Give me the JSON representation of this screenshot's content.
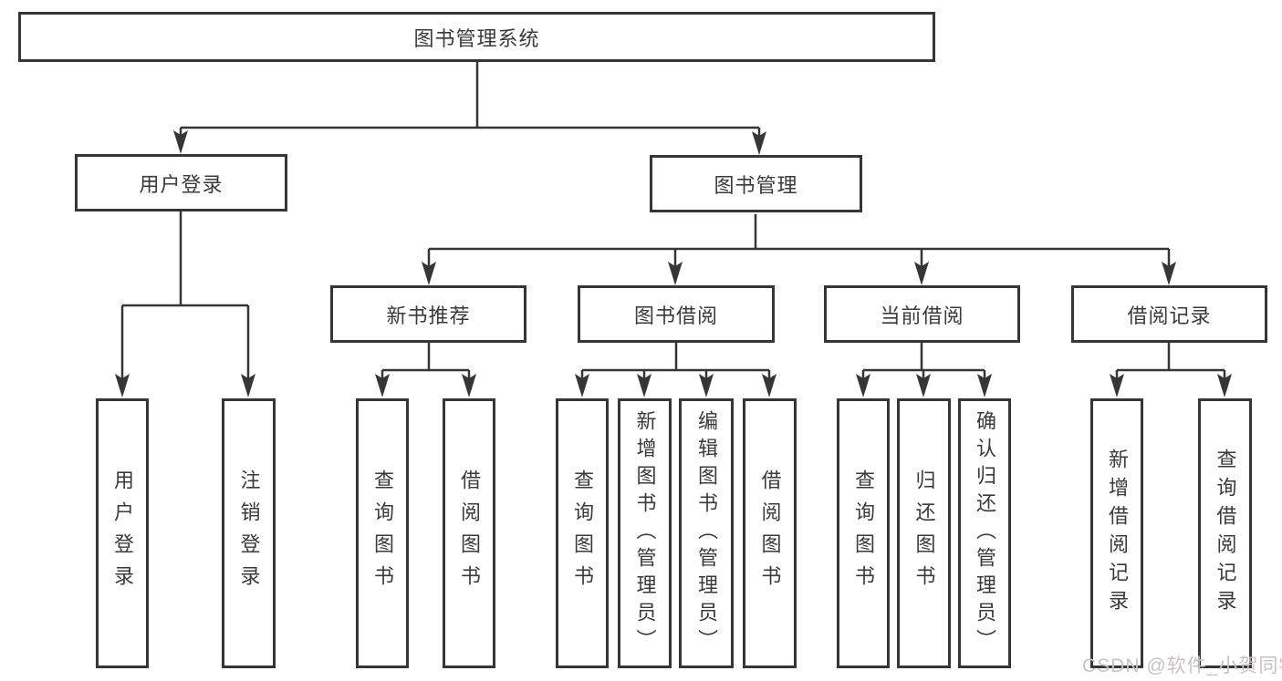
{
  "diagram": {
    "root": {
      "label": "图书管理系统"
    },
    "level1": {
      "user_login": {
        "label": "用户登录"
      },
      "book_mgmt": {
        "label": "图书管理"
      }
    },
    "level2": {
      "new_books": {
        "label": "新书推荐"
      },
      "book_borrow": {
        "label": "图书借阅"
      },
      "current_borrow": {
        "label": "当前借阅"
      },
      "borrow_records": {
        "label": "借阅记录"
      }
    },
    "leaves": {
      "user_login": {
        "label": "用户登录"
      },
      "logout": {
        "label": "注销登录"
      },
      "newbooks_query": {
        "label": "查询图书"
      },
      "newbooks_borrow": {
        "label": "借阅图书"
      },
      "borrow_query": {
        "label": "查询图书"
      },
      "borrow_add": {
        "label": "新增图书（管理员）"
      },
      "borrow_edit": {
        "label": "编辑图书（管理员）"
      },
      "borrow_borrow": {
        "label": "借阅图书"
      },
      "current_query": {
        "label": "查询图书"
      },
      "current_return": {
        "label": "归还图书"
      },
      "current_confirm": {
        "label": "确认归还（管理员）"
      },
      "records_add": {
        "label": "新增借阅记录"
      },
      "records_query": {
        "label": "查询借阅记录"
      }
    }
  },
  "watermark": {
    "text": "CSDN @软件_小贺同学"
  },
  "colors": {
    "line": "#363636",
    "text": "#3a3a3a",
    "watermark": "#c7c3c3",
    "background": "#ffffff"
  }
}
